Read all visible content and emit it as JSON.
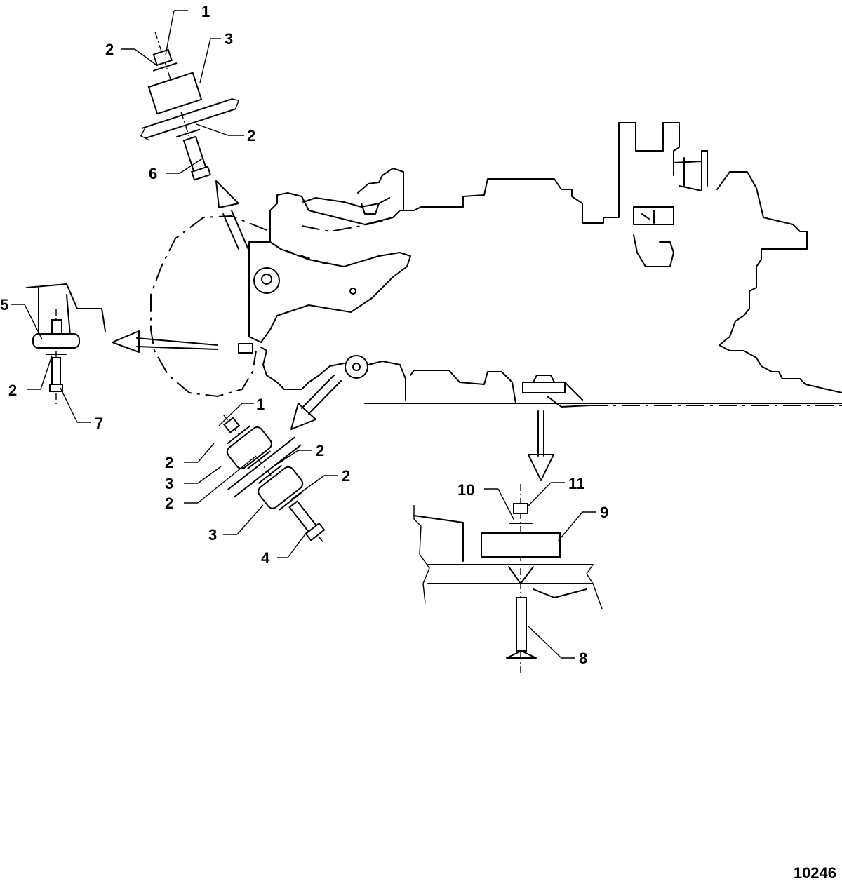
{
  "figure_number": "10246",
  "callouts": {
    "top_group": [
      "1",
      "2",
      "3",
      "2",
      "6"
    ],
    "left_group": [
      "5",
      "2",
      "7"
    ],
    "center_group": [
      "1",
      "2",
      "2",
      "3",
      "2",
      "2",
      "3",
      "4"
    ],
    "bottom_group": [
      "10",
      "11",
      "9",
      "8"
    ]
  }
}
